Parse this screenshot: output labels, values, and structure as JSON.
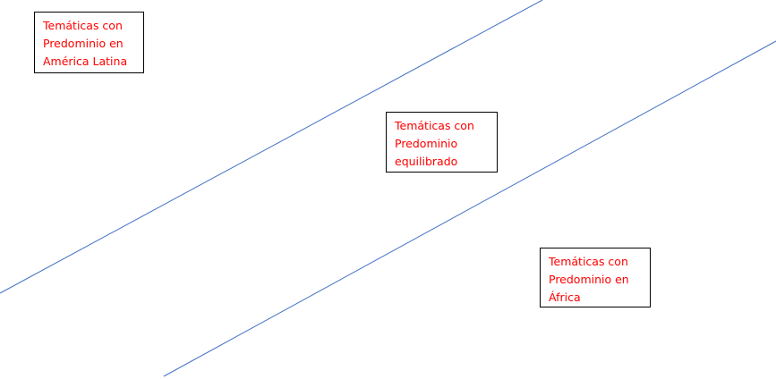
{
  "colors": {
    "line": "#4472c4",
    "label_text": "#ff0000",
    "box_border": "#000000"
  },
  "lines": [
    {
      "name": "upper-diagonal-line"
    },
    {
      "name": "lower-diagonal-line"
    }
  ],
  "boxes": {
    "latin_america": {
      "lines": [
        "Temáticas con",
        "Predominio en",
        "América Latina"
      ]
    },
    "balanced": {
      "lines": [
        "Temáticas con",
        "Predominio",
        "equilibrado"
      ]
    },
    "africa": {
      "lines": [
        "Temáticas con",
        "Predominio en",
        "África"
      ]
    }
  }
}
